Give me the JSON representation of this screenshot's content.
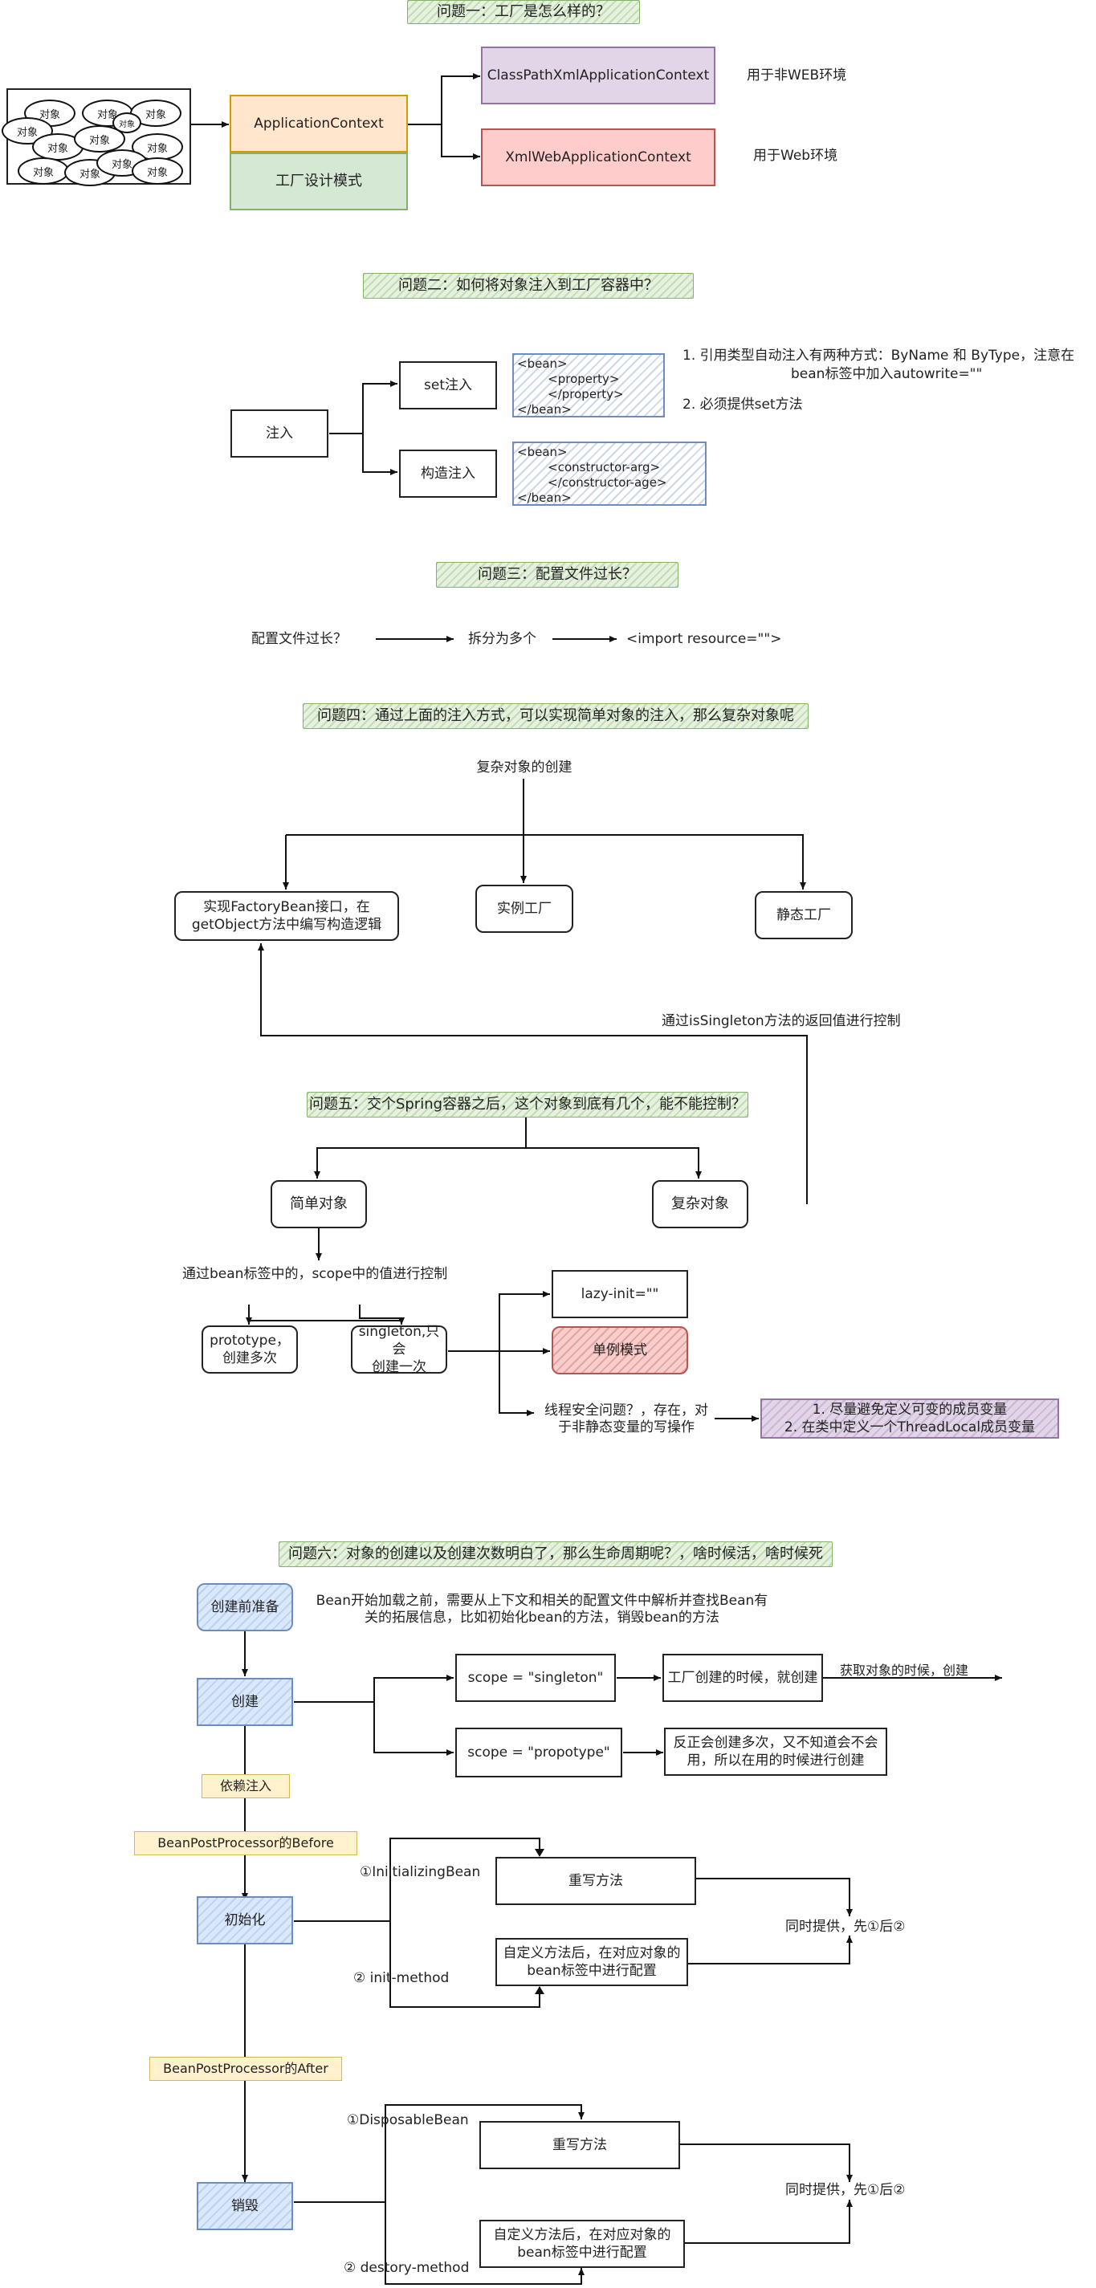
{
  "q1": {
    "title": "问题一：工厂是怎么样的？",
    "objects": [
      "对象",
      "对象",
      "对象",
      "对象",
      "对象",
      "对象",
      "对象",
      "对象",
      "对象",
      "对象",
      "对象",
      "对象"
    ],
    "application_context": "ApplicationContext",
    "factory_pattern": "工厂设计模式",
    "classpath_ctx": "ClassPathXmlApplicationContext",
    "classpath_note": "用于非WEB环境",
    "web_ctx": "XmlWebApplicationContext",
    "web_note": "用于Web环境"
  },
  "q2": {
    "title": "问题二：如何将对象注入到工厂容器中？",
    "inject": "注入",
    "set_inject": "set注入",
    "ctor_inject": "构造注入",
    "set_code": "<bean>\n        <property>\n        </property>\n</bean>",
    "ctor_code": "<bean>\n        <constructor-arg>\n        </constructor-age>\n</bean>",
    "note1": "1. 引用类型自动注入有两种方式：ByName 和 ByType，注意在",
    "note1b": "bean标签中加入autowrite=\"\"",
    "note2": "2. 必须提供set方法"
  },
  "q3": {
    "title": "问题三：配置文件过长？",
    "step1": "配置文件过长？",
    "step2": "拆分为多个",
    "step3": "<import resource=\"\">"
  },
  "q4": {
    "title": "问题四：通过上面的注入方式，可以实现简单对象的注入，那么复杂对象呢",
    "root": "复杂对象的创建",
    "factory_bean_1": "实现FactoryBean接口，在",
    "factory_bean_2": "getObject方法中编写构造逻辑",
    "instance_factory": "实例工厂",
    "static_factory": "静态工厂",
    "singleton_ctrl": "通过isSingleton方法的返回值进行控制"
  },
  "q5": {
    "title": "问题五：交个Spring容器之后，这个对象到底有几个，能不能控制？",
    "simple": "简单对象",
    "complex": "复杂对象",
    "scope_note": "通过bean标签中的，scope中的值进行控制",
    "prototype_1": "prototype，",
    "prototype_2": "创建多次",
    "singleton_1": "singleton,只会",
    "singleton_2": "创建一次",
    "lazy": "lazy-init=\"\"",
    "singleton_pattern": "单例模式",
    "thread_1": "线程安全问题？，存在，对",
    "thread_2": "于非静态变量的写操作",
    "fix_1": "1. 尽量避免定义可变的成员变量",
    "fix_2": "2. 在类中定义一个ThreadLocal成员变量"
  },
  "q6": {
    "title": "问题六：对象的创建以及创建次数明白了，那么生命周期呢？，啥时候活，啥时候死",
    "prep": "创建前准备",
    "prep_note_1": "Bean开始加载之前，需要从上下文和相关的配置文件中解析并查找Bean有",
    "prep_note_2": "关的拓展信息，比如初始化bean的方法，销毁bean的方法",
    "create": "创建",
    "scope_singleton": "scope = \"singleton\"",
    "scope_prototype": "scope = \"propotype\"",
    "singleton_result": "工厂创建的时候，就创建",
    "fetch_create": "获取对象的时候，创建",
    "prototype_result_1": "反正会创建多次，又不知道会不会",
    "prototype_result_2": "用，所以在用的时候进行创建",
    "di": "依赖注入",
    "bpp_before": "BeanPostProcessor的Before",
    "init": "初始化",
    "initializing_bean": "①IniitializingBean",
    "override_1": "重写方法",
    "custom_1_a": "自定义方法后，在对应对象的",
    "custom_1_b": "bean标签中进行配置",
    "init_method": "② init-method",
    "both_1": "同时提供，先①后②",
    "bpp_after": "BeanPostProcessor的After",
    "destroy": "销毁",
    "disposable_bean": "①DisposableBean",
    "override_2": "重写方法",
    "custom_2_a": "自定义方法后，在对应对象的",
    "custom_2_b": "bean标签中进行配置",
    "destroy_method": "② destory-method",
    "both_2": "同时提供，先①后②"
  }
}
